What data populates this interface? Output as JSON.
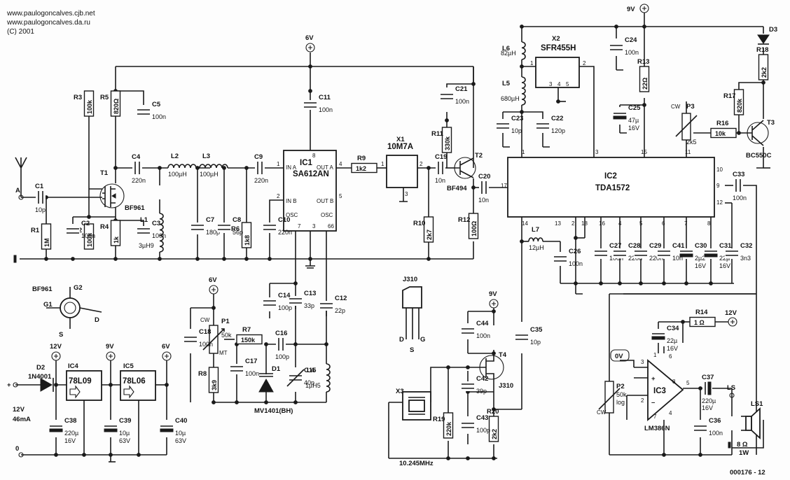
{
  "header": {
    "line1": "www.paulogoncalves.cjb.net",
    "line2": "www.paulogoncalves.da.ru",
    "line3": "(C) 2001"
  },
  "figure_id": "000176 - 12",
  "rails": {
    "v6": "6V",
    "v9": "9V",
    "v12": "12V",
    "v0": "0",
    "v0_bias": "0V"
  },
  "ics": {
    "ic1": {
      "name": "IC1",
      "part": "SA612AN",
      "in_a": "IN A",
      "in_b": "IN B",
      "out_a": "OUT A",
      "out_b": "OUT B",
      "osc": "OSC"
    },
    "ic2": {
      "name": "IC2",
      "part": "TDA1572"
    },
    "ic3": {
      "name": "IC3",
      "part": "LM386N"
    },
    "ic4": {
      "name": "IC4",
      "part": "78L09"
    },
    "ic5": {
      "name": "IC5",
      "part": "78L06"
    },
    "x1": {
      "name": "X1",
      "part": "10M7A"
    },
    "x2": {
      "name": "X2",
      "part": "SFR455H"
    },
    "x3": {
      "name": "X3",
      "freq": "10.245MHz"
    }
  },
  "transistors": {
    "t1": {
      "name": "T1",
      "part": "BF961"
    },
    "t2": {
      "name": "T2",
      "part": "BF494"
    },
    "t3": {
      "name": "T3",
      "part": "BC550C"
    },
    "t4": {
      "name": "T4",
      "part": "J310"
    }
  },
  "pinouts": {
    "bf961": {
      "title": "BF961",
      "g1": "G1",
      "g2": "G2",
      "d": "D",
      "s": "S"
    },
    "j310": {
      "title": "J310",
      "d": "D",
      "s": "S",
      "g": "G"
    }
  },
  "diodes": {
    "d1": {
      "name": "D1",
      "part": "MV1401(BH)"
    },
    "d2": {
      "name": "D2",
      "part": "1N4001"
    },
    "d3": {
      "name": "D3"
    }
  },
  "supply": {
    "label": "12V",
    "current": "46mA"
  },
  "antenna": {
    "label": "A"
  },
  "speaker": {
    "name": "LS1",
    "value": "8 Ω",
    "power": "1W",
    "ls_label": "LS"
  },
  "resistors": [
    {
      "name": "R1",
      "value": "1M"
    },
    {
      "name": "R2",
      "value": "100k"
    },
    {
      "name": "R3",
      "value": "100k"
    },
    {
      "name": "R4",
      "value": "1k"
    },
    {
      "name": "R5",
      "value": "820Ω"
    },
    {
      "name": "R6",
      "value": "1k8"
    },
    {
      "name": "R7",
      "value": "150k"
    },
    {
      "name": "R8",
      "value": "3k9"
    },
    {
      "name": "R9",
      "value": "1k2"
    },
    {
      "name": "R10",
      "value": "2k7"
    },
    {
      "name": "R11",
      "value": "330k"
    },
    {
      "name": "R12",
      "value": "100Ω"
    },
    {
      "name": "R13",
      "value": "22Ω"
    },
    {
      "name": "R14",
      "value": "1 Ω"
    },
    {
      "name": "R16",
      "value": "10k"
    },
    {
      "name": "R17",
      "value": "820k"
    },
    {
      "name": "R18",
      "value": "2k2"
    },
    {
      "name": "R19",
      "value": "220k"
    },
    {
      "name": "R20",
      "value": "2k2"
    }
  ],
  "pots": {
    "p1": {
      "name": "P1",
      "value": "50k",
      "cw": "CW",
      "mt": "MT"
    },
    "p2": {
      "name": "P2",
      "value": "50k",
      "taper": "log",
      "cw": "CW"
    },
    "p3": {
      "name": "P3",
      "value": "2k5",
      "cw": "CW"
    }
  },
  "capacitors": [
    {
      "name": "C1",
      "value": "10p"
    },
    {
      "name": "C2",
      "value": "100n"
    },
    {
      "name": "C3",
      "value": "100n"
    },
    {
      "name": "C4",
      "value": "220n"
    },
    {
      "name": "C5",
      "value": "100n"
    },
    {
      "name": "C6",
      "value": "56p"
    },
    {
      "name": "C7",
      "value": "180p"
    },
    {
      "name": "C8",
      "value": "56p"
    },
    {
      "name": "C9",
      "value": "220n"
    },
    {
      "name": "C10",
      "value": "220n"
    },
    {
      "name": "C11",
      "value": "100n"
    },
    {
      "name": "C12",
      "value": "22p"
    },
    {
      "name": "C13",
      "value": "33p"
    },
    {
      "name": "C14",
      "value": "100p"
    },
    {
      "name": "C15",
      "value": "40p"
    },
    {
      "name": "C16",
      "value": "100p"
    },
    {
      "name": "C17",
      "value": "100n"
    },
    {
      "name": "C18",
      "value": "100n"
    },
    {
      "name": "C19",
      "value": "10n"
    },
    {
      "name": "C20",
      "value": "10n"
    },
    {
      "name": "C21",
      "value": "100n"
    },
    {
      "name": "C22",
      "value": "120p"
    },
    {
      "name": "C23",
      "value": "10p"
    },
    {
      "name": "C24",
      "value": "100n"
    },
    {
      "name": "C25",
      "value": "47µ",
      "voltage": "16V"
    },
    {
      "name": "C26",
      "value": "100n"
    },
    {
      "name": "C27",
      "value": "100n"
    },
    {
      "name": "C28",
      "value": "220n"
    },
    {
      "name": "C29",
      "value": "220n"
    },
    {
      "name": "C30",
      "value": "2µ2",
      "voltage": "16V"
    },
    {
      "name": "C31",
      "value": "22µ",
      "voltage": "16V"
    },
    {
      "name": "C32",
      "value": "3n3"
    },
    {
      "name": "C33",
      "value": "100n"
    },
    {
      "name": "C34",
      "value": "22µ",
      "voltage": "16V"
    },
    {
      "name": "C35",
      "value": "10p"
    },
    {
      "name": "C36",
      "value": "100n"
    },
    {
      "name": "C37",
      "value": "220µ",
      "voltage": "16V"
    },
    {
      "name": "C38",
      "value": "220µ",
      "voltage": "16V"
    },
    {
      "name": "C39",
      "value": "10µ",
      "voltage": "63V"
    },
    {
      "name": "C40",
      "value": "10µ",
      "voltage": "63V"
    },
    {
      "name": "C41",
      "value": "10n"
    },
    {
      "name": "C42",
      "value": "39p"
    },
    {
      "name": "C43",
      "value": "100p"
    },
    {
      "name": "C44",
      "value": "100n"
    }
  ],
  "inductors": [
    {
      "name": "L1",
      "value": "3µH9"
    },
    {
      "name": "L2",
      "value": "100µH"
    },
    {
      "name": "L3",
      "value": "100µH"
    },
    {
      "name": "L4",
      "value": "1µH5"
    },
    {
      "name": "L5",
      "value": "680µH"
    },
    {
      "name": "L6",
      "value": "82µH"
    },
    {
      "name": "L7",
      "value": "12µH"
    }
  ]
}
